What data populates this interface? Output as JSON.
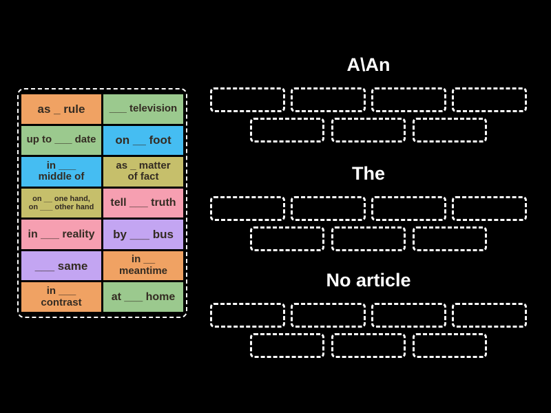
{
  "colors": {
    "background": "#000000",
    "dashed_border": "#ffffff",
    "tile_text": "#332b22",
    "header_text": "#ffffff",
    "tile_orange": "#f0a263",
    "tile_green": "#9bc98e",
    "tile_blue": "#45bdf2",
    "tile_khaki": "#c6bf6b",
    "tile_pink": "#f69fb1",
    "tile_purple": "#c3a5f2"
  },
  "tile_group": {
    "tiles": [
      {
        "label": "as _ rule",
        "color": "#f0a263"
      },
      {
        "label": "___ television",
        "color": "#9bc98e"
      },
      {
        "label": "up to ___ date",
        "color": "#9bc98e"
      },
      {
        "label": "on __ foot",
        "color": "#45bdf2"
      },
      {
        "label": "in ___\nmiddle of",
        "color": "#45bdf2"
      },
      {
        "label": "as _ matter\nof fact",
        "color": "#c6bf6b"
      },
      {
        "label": "on __ one hand,\non ___ other hand",
        "color": "#c6bf6b"
      },
      {
        "label": "tell ___ truth",
        "color": "#f69fb1"
      },
      {
        "label": "in ___ reality",
        "color": "#f69fb1"
      },
      {
        "label": "by ___ bus",
        "color": "#c3a5f2"
      },
      {
        "label": "___ same",
        "color": "#c3a5f2"
      },
      {
        "label": "in __\nmeantime",
        "color": "#f0a263"
      },
      {
        "label": "in ___\ncontrast",
        "color": "#f0a263"
      },
      {
        "label": "at ___ home",
        "color": "#9bc98e"
      }
    ]
  },
  "categories": [
    {
      "title": "A\\An",
      "zones_top_row": 4,
      "zones_bottom_row": 3
    },
    {
      "title": "The",
      "zones_top_row": 4,
      "zones_bottom_row": 3
    },
    {
      "title": "No article",
      "zones_top_row": 4,
      "zones_bottom_row": 3
    }
  ]
}
